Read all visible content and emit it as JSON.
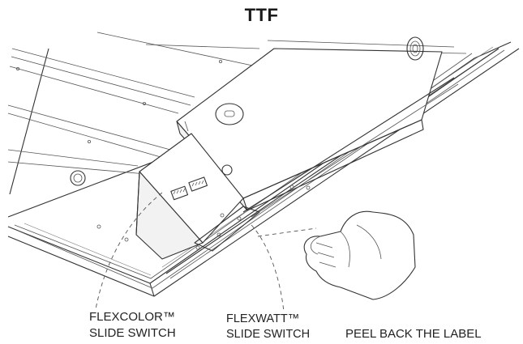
{
  "title": "TTF",
  "labels": {
    "flexcolor_line1": "FLEXCOLOR™",
    "flexcolor_line2": "SLIDE SWITCH",
    "flexwatt_line1": "FLEXWATT™",
    "flexwatt_line2": "SLIDE SWITCH",
    "peel": "PEEL BACK THE LABEL"
  }
}
